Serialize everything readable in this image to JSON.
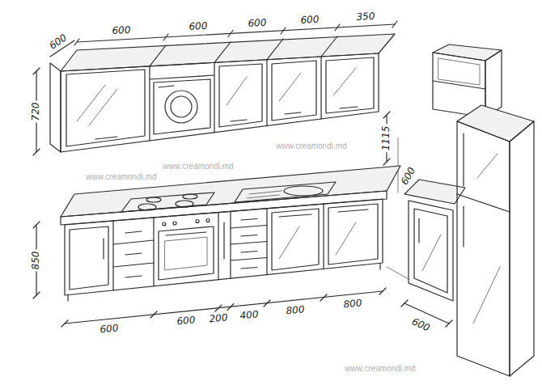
{
  "diagram": {
    "labels": [
      "600",
      "600",
      "600",
      "600",
      "600",
      "350",
      "720",
      "1115",
      "600",
      "850",
      "600",
      "600",
      "200",
      "400",
      "800",
      "800",
      "600",
      "www.creamondi.md",
      "www.creamondi.md",
      "www.creamondi.md",
      "www.creamondi.md"
    ]
  }
}
